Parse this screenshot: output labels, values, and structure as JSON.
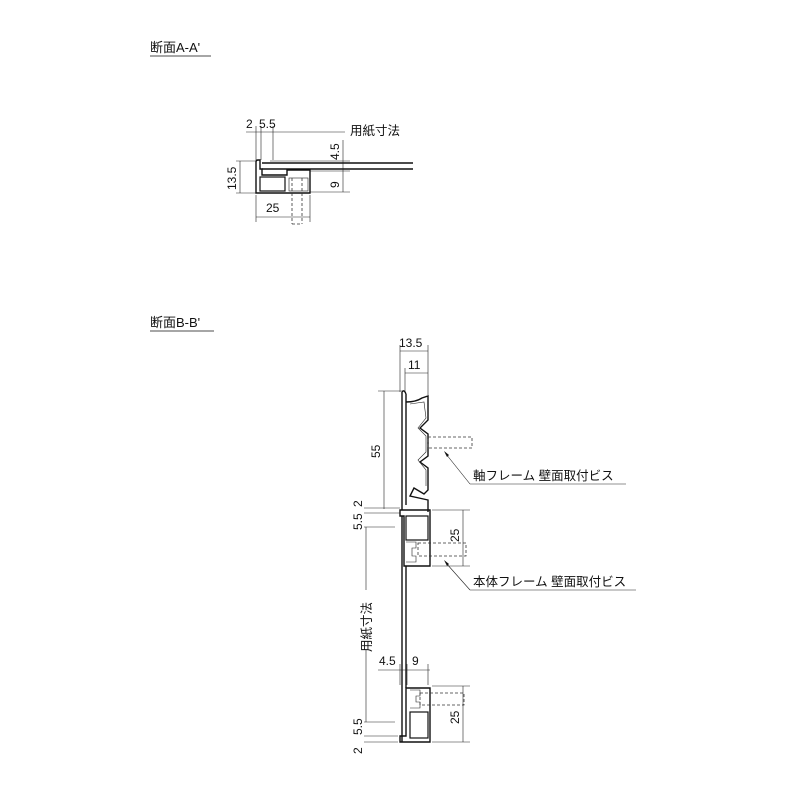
{
  "sections": {
    "a": {
      "title": "断面A-A'",
      "dims": {
        "top_left": "2",
        "top_right": "5.5",
        "paper_label": "用紙寸法",
        "right_top": "4.5",
        "right_bottom": "9",
        "left_height": "13.5",
        "bottom_width": "25"
      }
    },
    "b": {
      "title": "断面B-B'",
      "dims": {
        "top_outer": "13.5",
        "top_inner": "11",
        "axis_height": "55",
        "gap_2": "2",
        "gap_5_5": "5.5",
        "body_height_top": "25",
        "paper_label": "用紙寸法",
        "bottom_left": "4.5",
        "bottom_right": "9",
        "body_height_bottom": "25",
        "bottom_gap_5_5": "5.5",
        "bottom_gap_2": "2"
      },
      "callouts": {
        "axis_frame_screw": "軸フレーム 壁面取付ビス",
        "body_frame_screw": "本体フレーム 壁面取付ビス"
      }
    }
  }
}
